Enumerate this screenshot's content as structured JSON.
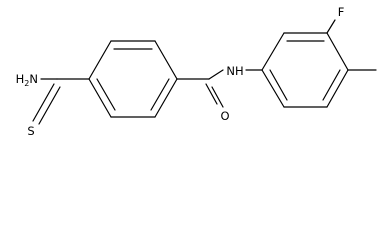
{
  "molecule": {
    "atom_labels": {
      "amine": "H2N",
      "amine_h": "H",
      "amine_sub": "2",
      "amine_n": "N",
      "thione_s": "S",
      "carbonyl_o": "O",
      "amide_n": "N",
      "amide_h": "H",
      "fluorine": "F"
    },
    "colors": {
      "bond": "#000000",
      "label": "#000000",
      "background": "#ffffff"
    }
  }
}
